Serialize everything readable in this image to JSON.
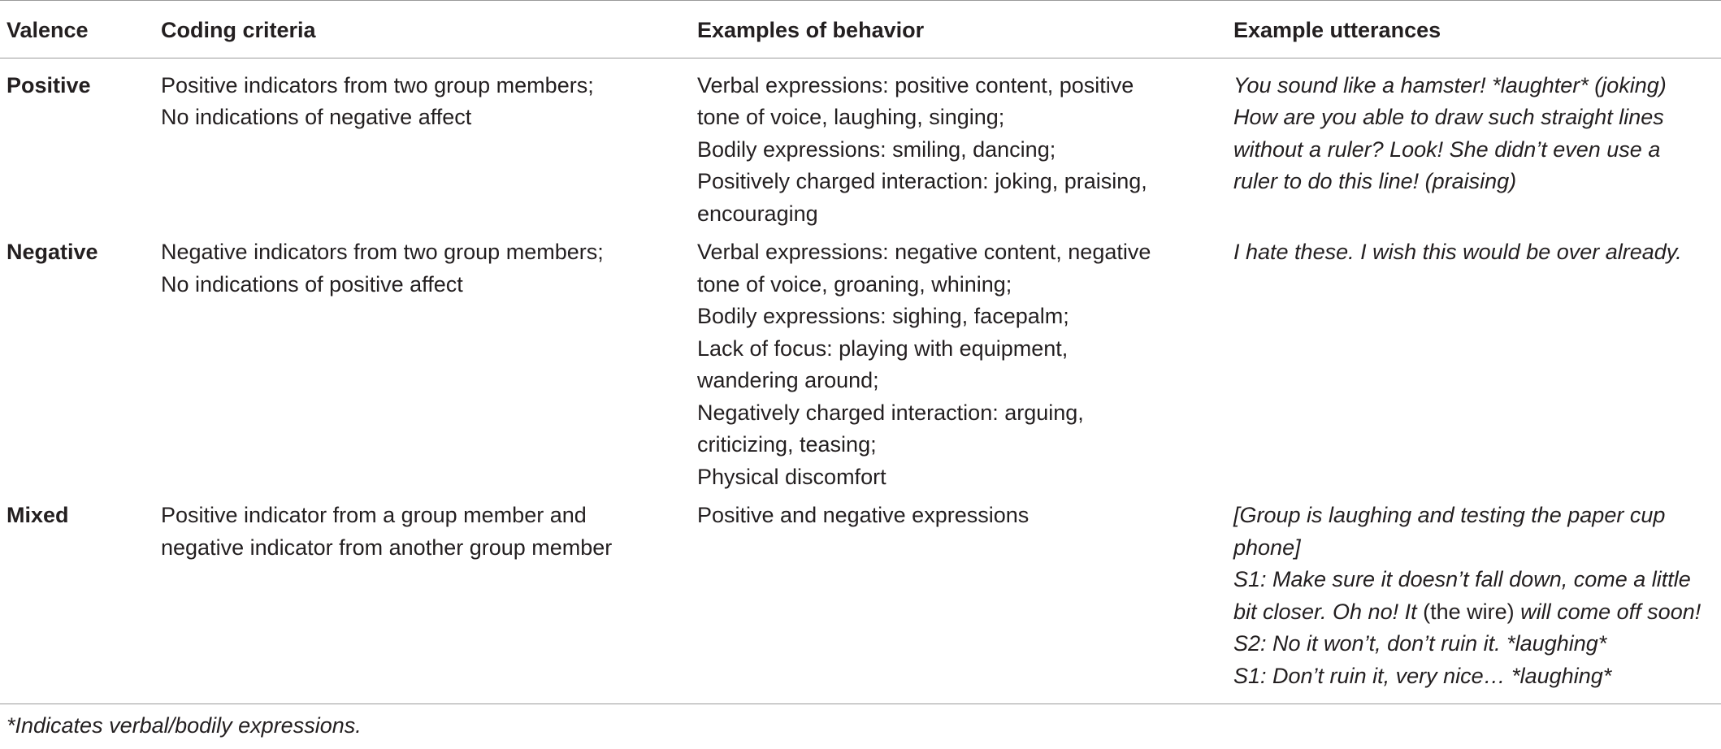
{
  "table": {
    "headers": {
      "valence": "Valence",
      "criteria": "Coding criteria",
      "behavior": "Examples of behavior",
      "utterances": "Example utterances"
    },
    "rows": [
      {
        "valence": "Positive",
        "criteria": [
          "Positive indicators from two group members;",
          "No indications of negative affect"
        ],
        "behavior": [
          "Verbal expressions: positive content, positive",
          "tone of voice, laughing, singing;",
          "Bodily expressions: smiling, dancing;",
          "Positively charged interaction: joking, praising,",
          "encouraging"
        ],
        "utterances": [
          "You sound like a hamster! *laughter* (joking)",
          "How are you able to draw such straight lines",
          "without a ruler? Look! She didn’t even use a",
          "ruler to do this line! (praising)"
        ]
      },
      {
        "valence": "Negative",
        "criteria": [
          "Negative indicators from two group members;",
          "No indications of positive affect"
        ],
        "behavior": [
          "Verbal expressions: negative content, negative",
          "tone of voice, groaning, whining;",
          "Bodily expressions: sighing, facepalm;",
          "Lack of focus: playing with equipment,",
          "wandering around;",
          "Negatively charged interaction: arguing,",
          "criticizing, teasing;",
          "Physical discomfort"
        ],
        "utterances": [
          "I hate these. I wish this would be over already."
        ]
      },
      {
        "valence": "Mixed",
        "criteria": [
          "Positive indicator from a group member and",
          "negative indicator from another group member"
        ],
        "behavior": [
          "Positive and negative expressions"
        ],
        "utterances_mixed": {
          "l1": "[Group is laughing and testing the paper cup",
          "l2": "phone]",
          "l3": "S1: Make sure it doesn’t fall down, come a little",
          "l4a": "bit closer. Oh no! It ",
          "l4b": "(the wire)",
          "l4c": " will come off soon!",
          "l5": "S2: No it won’t, don’t ruin it. *laughing*",
          "l6": "S1: Don’t ruin it, very nice… *laughing*"
        }
      }
    ]
  },
  "footnote": "*Indicates verbal/bodily expressions."
}
